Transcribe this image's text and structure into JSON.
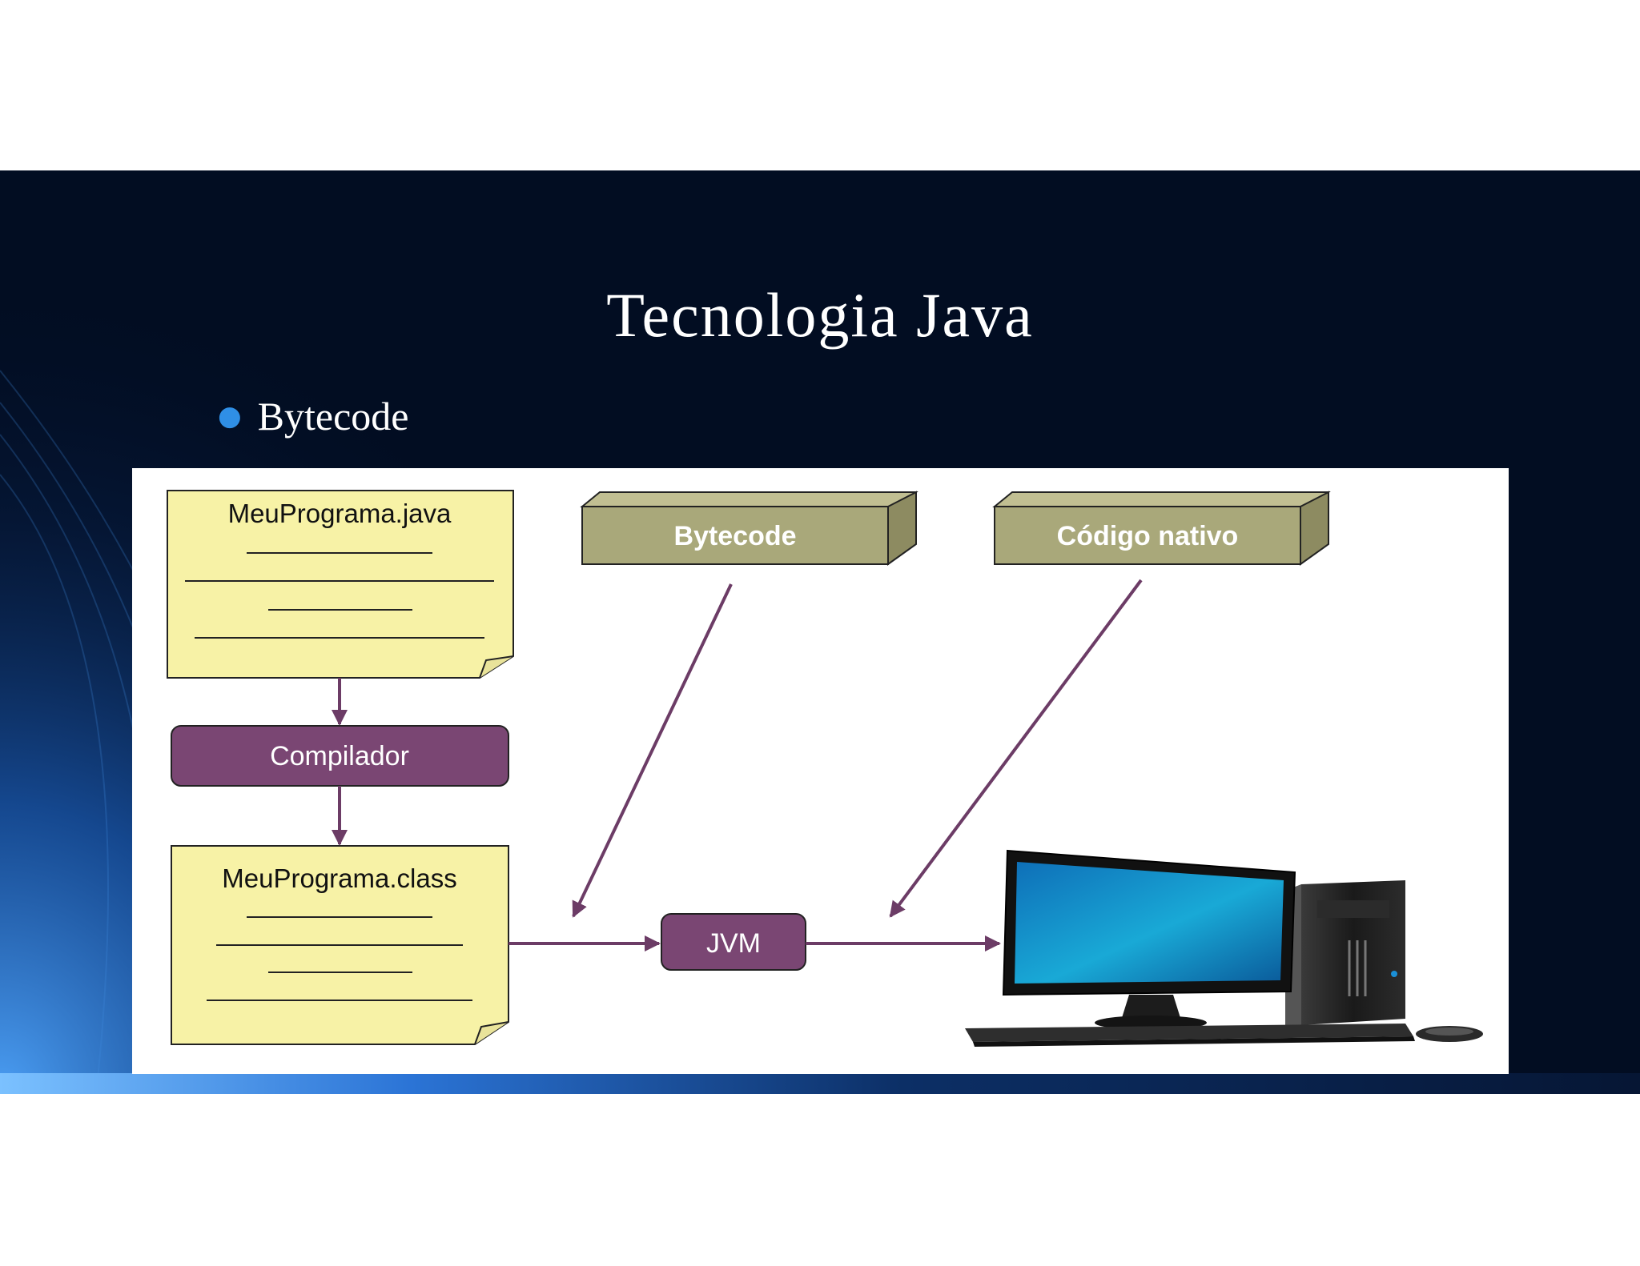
{
  "slide": {
    "title": "Tecnologia Java",
    "bullet": "Bytecode"
  },
  "diagram": {
    "source_file": "MeuPrograma.java",
    "compiler": "Compilador",
    "class_file": "MeuPrograma.class",
    "bytecode_label": "Bytecode",
    "native_label": "Código nativo",
    "jvm": "JVM"
  },
  "colors": {
    "slide_background": "#020d22",
    "note_fill": "#f7f2a6",
    "box_fill": "#a9a87a",
    "pill_fill": "#7a4673",
    "arrow": "#6c3c66",
    "bullet": "#2f8fe6"
  },
  "icons": {
    "computer": "desktop-computer-icon"
  }
}
